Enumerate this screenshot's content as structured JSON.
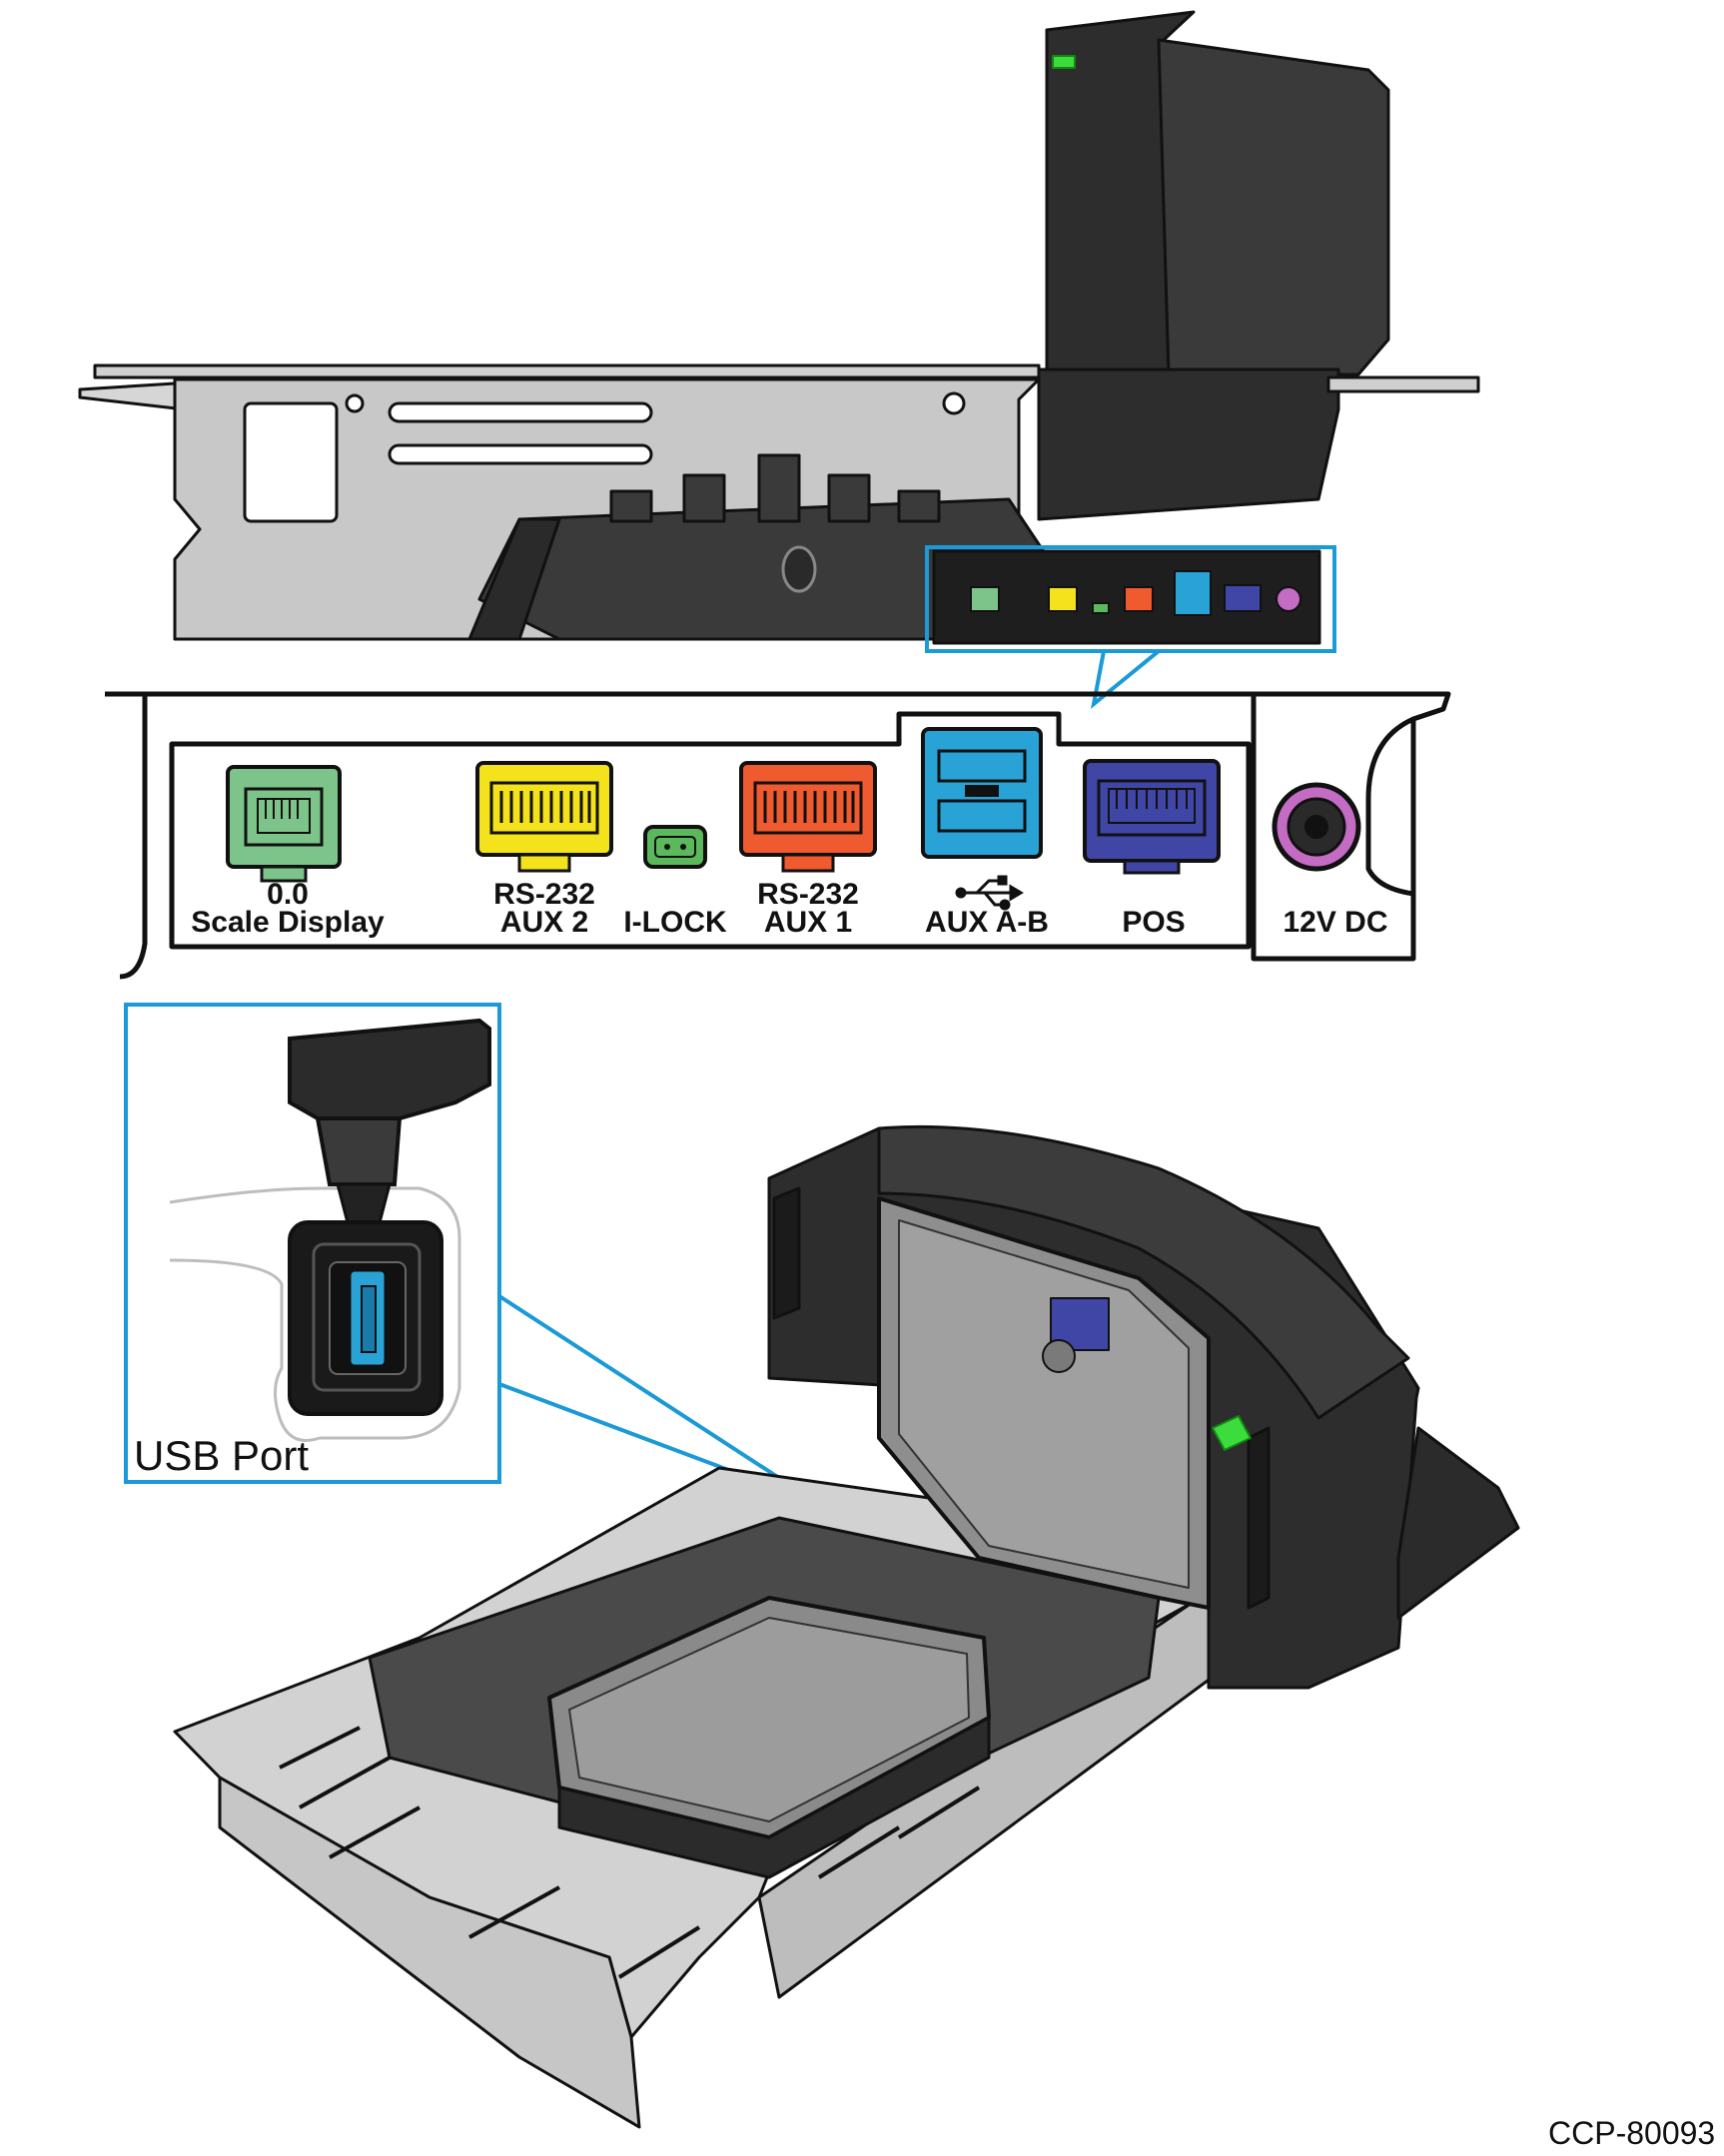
{
  "ports": {
    "scale_display": {
      "line1": "0.0",
      "line2": "Scale Display",
      "color": "#7cc48a"
    },
    "rs232_aux2": {
      "line1": "RS-232",
      "line2": "AUX 2",
      "color": "#f4e21c"
    },
    "ilock": {
      "line1": "I-LOCK",
      "color": "#5cb85c"
    },
    "rs232_aux1": {
      "line1": "RS-232",
      "line2": "AUX 1",
      "color": "#ef5a2e"
    },
    "aux_ab": {
      "icon": "usb-icon",
      "line1": "AUX A-B",
      "color": "#29a3d6"
    },
    "pos": {
      "line1": "POS",
      "color": "#4046a6"
    },
    "power": {
      "line1": "12V DC",
      "color": "#c46bc4"
    }
  },
  "callouts": {
    "usb_port": "USB Port"
  },
  "accent_color": "#1a9ad6",
  "document_id": "CCP-80093"
}
